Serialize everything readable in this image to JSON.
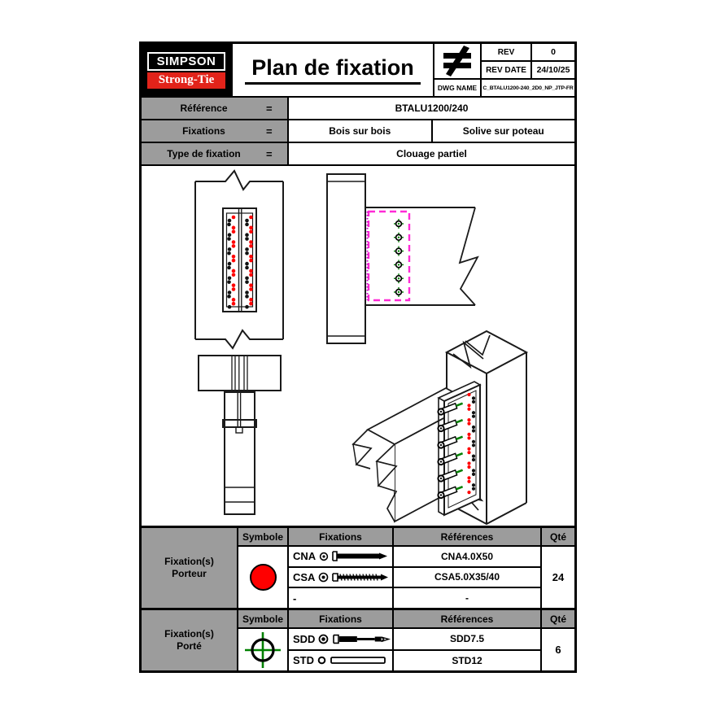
{
  "header": {
    "logo_line1": "SIMPSON",
    "logo_line2": "Strong-Tie",
    "title": "Plan de fixation",
    "rev_label": "REV",
    "rev_value": "0",
    "rev_date_label": "REV DATE",
    "rev_date_value": "24/10/25",
    "dwg_label": "DWG NAME",
    "dwg_value": "C_BTALU1200-240_2D0_NP_JTP-FR"
  },
  "info_rows": [
    {
      "label": "Référence",
      "eq": "=",
      "value": "BTALU1200/240"
    },
    {
      "label": "Fixations",
      "eq": "=",
      "value1": "Bois sur bois",
      "value2": "Solive sur poteau"
    },
    {
      "label": "Type de fixation",
      "eq": "=",
      "value": "Clouage partiel"
    }
  ],
  "fixation_tables": [
    {
      "group_line1": "Fixation(s)",
      "group_line2": "Porteur",
      "headers": {
        "symbol": "Symbole",
        "fixations": "Fixations",
        "references": "Références",
        "qty": "Qté"
      },
      "rows": [
        {
          "code": "CNA",
          "reference": "CNA4.0X50"
        },
        {
          "code": "CSA",
          "reference": "CSA5.0X35/40"
        },
        {
          "code": "-",
          "reference": "-"
        }
      ],
      "qty": "24"
    },
    {
      "group_line1": "Fixation(s)",
      "group_line2": "Porté",
      "headers": {
        "symbol": "Symbole",
        "fixations": "Fixations",
        "references": "Références",
        "qty": "Qté"
      },
      "rows": [
        {
          "code": "SDD",
          "reference": "SDD7.5"
        },
        {
          "code": "STD",
          "reference": "STD12"
        }
      ],
      "qty": "6"
    }
  ],
  "drawing_config": {
    "front_nail_rows": 13,
    "side_screw_count": 6,
    "iso_plate_dot_rows": 14,
    "iso_screw_count": 6,
    "red": "#ff0000",
    "black": "#111111",
    "green": "#008000",
    "magenta": "#ff2bd6",
    "purple": "#cc00cc",
    "line": "#1a1a1a"
  }
}
